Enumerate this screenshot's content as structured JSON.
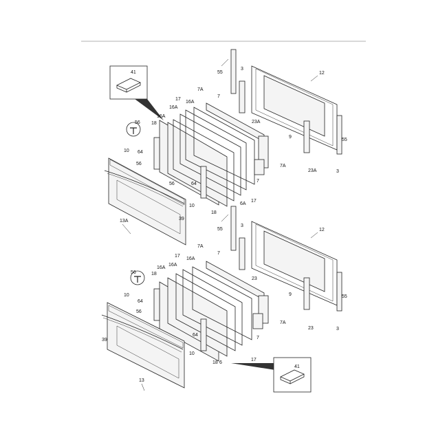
{
  "callouts": {
    "c41_top": "41",
    "c18_top": "18",
    "c17_top": "17",
    "c16A_top_a": "16A",
    "c7A_top_a": "7A",
    "c7_top": "7",
    "c16A_top_b": "16A",
    "c16A_top_c": "16A",
    "c55_top": "55",
    "c3_top": "3",
    "c12_top": "12",
    "c23A_top_a": "23A",
    "c56_top": "56",
    "c10_top": "10",
    "c64_top": "64",
    "c56_top_b": "56",
    "c9_top": "9",
    "c55_top_r": "55",
    "c7A_top_b": "7A",
    "c23A_top_b": "23A",
    "c3_top_r": "3",
    "c7_top_b": "7",
    "c56_top_c": "56",
    "c64_top_b": "64",
    "c6A_top": "6A",
    "c17_top_b": "17",
    "c10_top_b": "10",
    "c18_top_b": "18",
    "c39_top": "39",
    "c13A": "13A",
    "c55_bot": "55",
    "c3_bot": "3",
    "c12_bot": "12",
    "c7A_bot_a": "7A",
    "c7_bot": "7",
    "c17_bot": "17",
    "c16A_bot_a": "16A",
    "c16A_bot_b": "16A",
    "c23_bot_a": "23",
    "c18_bot": "18",
    "c56_bot": "56",
    "c10_bot": "10",
    "c64_bot": "64",
    "c56_bot_b": "56",
    "c9_bot": "9",
    "c55_bot_r": "55",
    "c7A_bot_b": "7A",
    "c23_bot_b": "23",
    "c3_bot_r": "3",
    "c7_bot_b": "7",
    "c39_bot": "39",
    "c64_bot_b": "64",
    "c10_bot_b": "10",
    "c18_bot_b": "18",
    "c6_bot": "6",
    "c17_bot_b": "17",
    "c13": "13",
    "c41_bot": "41"
  }
}
